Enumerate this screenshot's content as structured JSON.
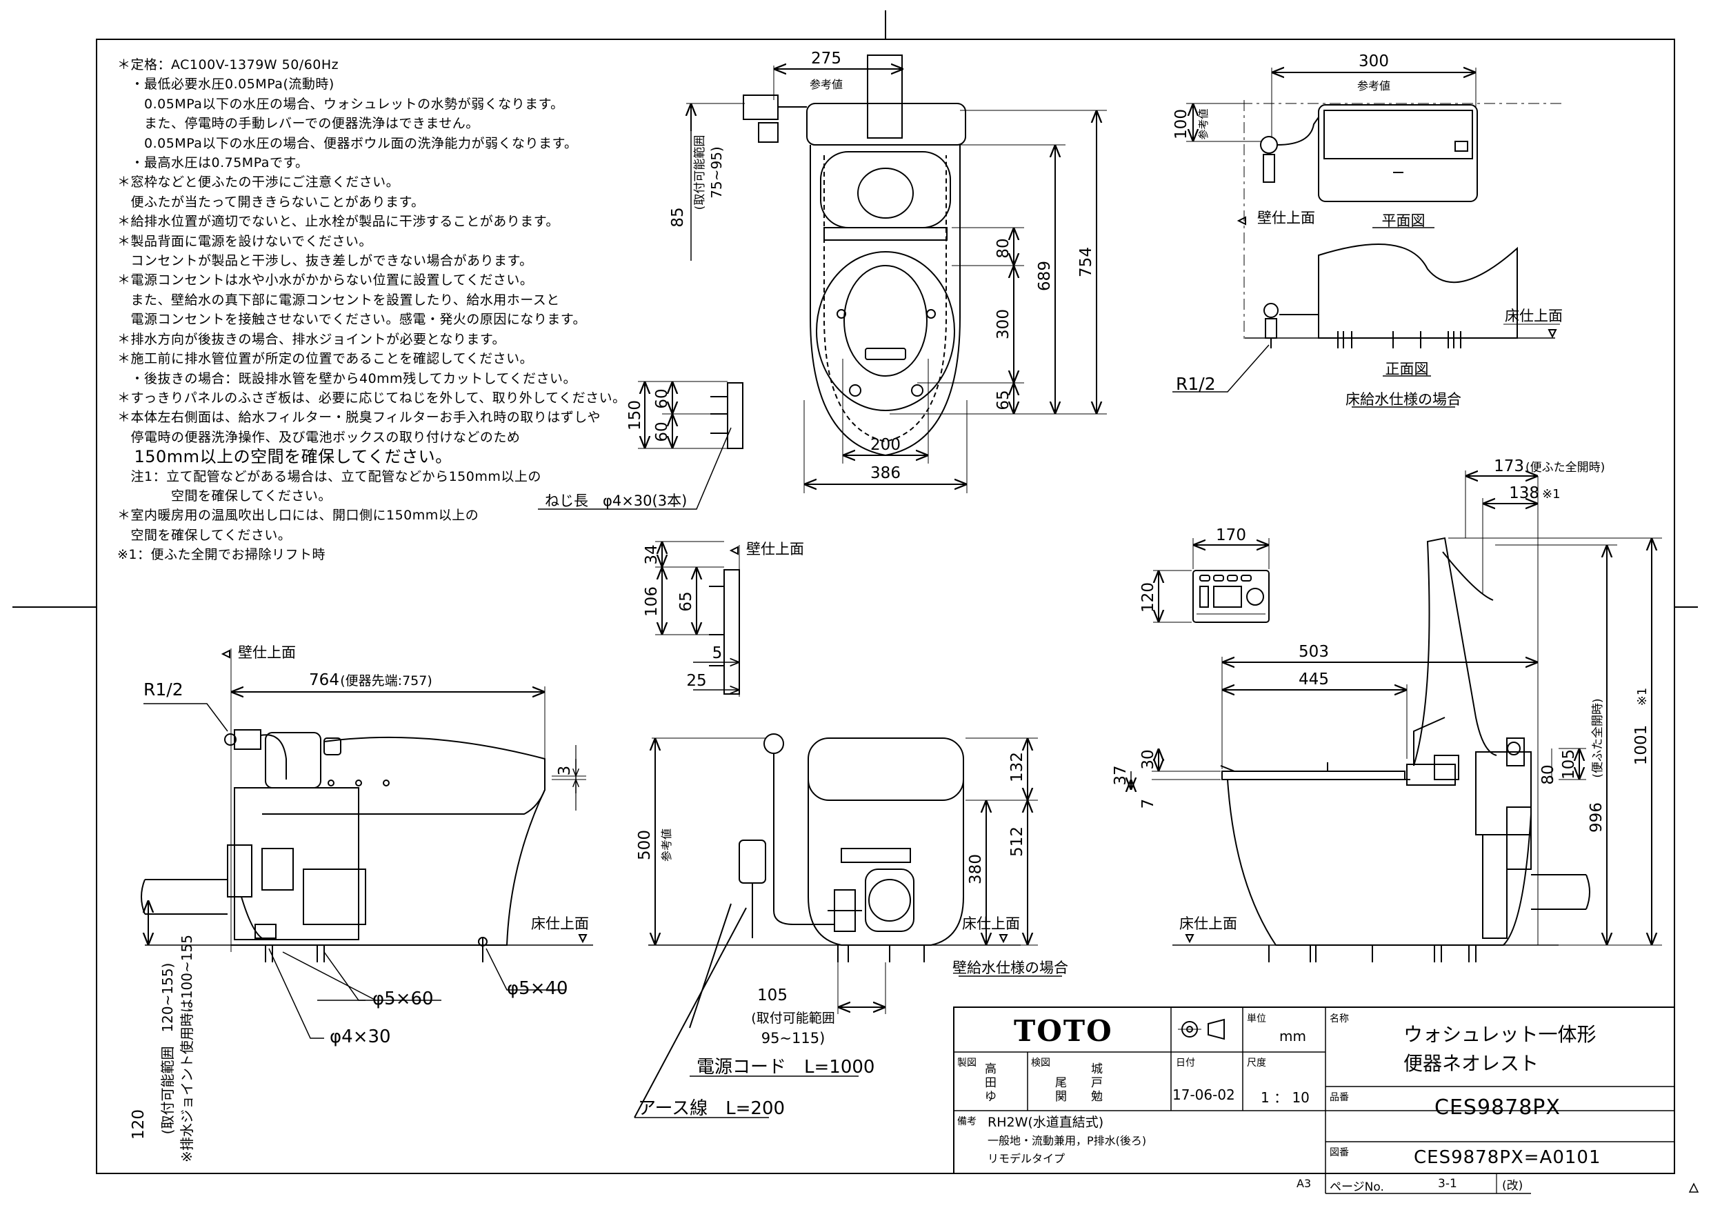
{
  "notes": [
    {
      "text": "＊定格：AC100V-1379W 50/60Hz",
      "big": false
    },
    {
      "text": "　・最低必要水圧0.05MPa(流動時)",
      "big": false
    },
    {
      "text": "　　0.05MPa以下の水圧の場合、ウォシュレットの水勢が弱くなります。",
      "big": false
    },
    {
      "text": "　　また、停電時の手動レバーでの便器洗浄はできません。",
      "big": false
    },
    {
      "text": "　　0.05MPa以下の水圧の場合、便器ボウル面の洗浄能力が弱くなります。",
      "big": false
    },
    {
      "text": "　・最高水圧は0.75MPaです。",
      "big": false
    },
    {
      "text": "＊窓枠などと便ふたの干渉にご注意ください。",
      "big": false
    },
    {
      "text": "　便ふたが当たって開ききらないことがあります。",
      "big": false
    },
    {
      "text": "＊給排水位置が適切でないと、止水栓が製品に干渉することがあります。",
      "big": false
    },
    {
      "text": "＊製品背面に電源を設けないでください。",
      "big": false
    },
    {
      "text": "　コンセントが製品と干渉し、抜き差しができない場合があります。",
      "big": false
    },
    {
      "text": "＊電源コンセントは水や小水がかからない位置に設置してください。",
      "big": false
    },
    {
      "text": "　また、壁給水の真下部に電源コンセントを設置したり、給水用ホースと",
      "big": false
    },
    {
      "text": "　電源コンセントを接触させないでください。感電・発火の原因になります。",
      "big": false
    },
    {
      "text": "＊排水方向が後抜きの場合、排水ジョイントが必要となります。",
      "big": false
    },
    {
      "text": "＊施工前に排水管位置が所定の位置であることを確認してください。",
      "big": false
    },
    {
      "text": "　・後抜きの場合：既設排水管を壁から40mm残してカットしてください。",
      "big": false
    },
    {
      "text": "＊すっきりパネルのふさぎ板は、必要に応じてねじを外して、取り外してください。",
      "big": false
    },
    {
      "text": "＊本体左右側面は、給水フィルター・脱臭フィルターお手入れ時の取りはずしや",
      "big": false
    },
    {
      "text": "　停電時の便器洗浄操作、及び電池ボックスの取り付けなどのため",
      "big": false
    },
    {
      "text": "　150mm以上の空間を確保してください。",
      "big": true
    },
    {
      "text": "　注1：立て配管などがある場合は、立て配管などから150mm以上の",
      "big": false
    },
    {
      "text": "　　　　空間を確保してください。",
      "big": false
    },
    {
      "text": "＊室内暖房用の温風吹出し口には、開口側に150mm以上の",
      "big": false
    },
    {
      "text": "　空間を確保してください。",
      "big": false
    },
    {
      "text": "※1：便ふた全開でお掃除リフト時",
      "big": false
    }
  ],
  "labels": {
    "top_275": "275",
    "top_ref1": "参考値",
    "top_85": "85",
    "top_range": "(取付可能範囲",
    "top_range2": "75~95)",
    "top_754": "754",
    "top_689": "689",
    "top_80": "80",
    "top_300": "300",
    "top_65": "65",
    "top_200": "200",
    "top_386": "386",
    "screw": "ねじ長　φ4×30(3本)",
    "bracket_150": "150",
    "bracket_60a": "60",
    "bracket_60b": "60",
    "plan_300": "300",
    "plan_ref": "参考値",
    "plan_100": "100",
    "plan_ref2": "参考値",
    "plan_wall": "壁仕上面",
    "plan_title": "平面図",
    "front_title": "正面図",
    "floor_finish": "床仕上面",
    "floor_supply": "床給水仕様の場合",
    "r12": "R1/2",
    "b2_34": "34",
    "b2_106": "106",
    "b2_65": "65",
    "b2_5": "5",
    "b2_25": "25",
    "b2_wall": "壁仕上面",
    "side_wall": "壁仕上面",
    "side_764": "764",
    "side_764_note": "(便器先端:757)",
    "side_3": "3",
    "side_floor": "床仕上面",
    "side_r12": "R1/2",
    "phi_560": "φ5×60",
    "phi_540": "φ5×40",
    "phi_430": "φ4×30",
    "side_120": "120",
    "side_range": "(取付可能範囲　120~155)",
    "side_range2": "※排水ジョイント使用時は100~155",
    "rear_500": "500",
    "rear_ref": "参考値",
    "rear_132": "132",
    "rear_512": "512",
    "rear_380": "380",
    "rear_floor": "床仕上面",
    "wall_supply": "壁給水仕様の場合",
    "rear_105": "105",
    "rear_range": "(取付可能範囲",
    "rear_range2": "95~115)",
    "cord": "電源コード　L=1000",
    "earth": "アース線　L=200",
    "remote_170": "170",
    "remote_120": "120",
    "rs_173": "173",
    "rs_173_note": "(便ふた全開時)",
    "rs_138": "138",
    "rs_138_note": "※1",
    "rs_503": "503",
    "rs_445": "445",
    "rs_30": "30",
    "rs_37": "37",
    "rs_7": "7",
    "rs_80": "80",
    "rs_105": "105",
    "rs_996": "996",
    "rs_996_note": "(便ふた全開時)",
    "rs_1001": "1001",
    "rs_1001_note": "※1",
    "rs_floor": "床仕上面"
  },
  "title_block": {
    "brand": "TOTO",
    "unit_label": "単位",
    "unit_value": "mm",
    "name_label": "名称",
    "name_line1": "ウォシュレット一体形",
    "name_line2": "便器ネオレスト",
    "drawn_label": "製図",
    "checked_label": "検図",
    "date_label": "日付",
    "scale_label": "尺度",
    "drawn_by": "高\n田\nゆ",
    "checked_by1": "尾\n関",
    "checked_by2": "城\n戸\n勉",
    "date_value": "17-06-02",
    "scale_value": "1 ： 10",
    "part_label": "品番",
    "part_value": "CES9878PX",
    "remarks_label": "備考",
    "remarks_line1": "RH2W(水道直結式)",
    "remarks_line2": "一般地・流動兼用，P排水(後ろ)",
    "remarks_line3": "リモデルタイプ",
    "drawing_label": "図番",
    "drawing_value": "CES9878PX=A0101",
    "paper": "A3",
    "page_label": "ページNo.",
    "page_value": "3-1",
    "rev_label": "(改)"
  }
}
